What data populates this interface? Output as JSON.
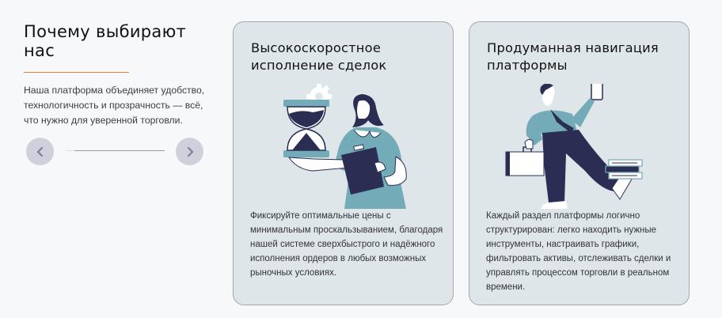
{
  "intro": {
    "title": "Почему выбирают нас",
    "description": "Наша платформа объединяет удобство, технологичность и прозрачность — всё, что нужно для уверенной торговли."
  },
  "carousel": {
    "prev_icon": "chevron-left-icon",
    "next_icon": "chevron-right-icon"
  },
  "colors": {
    "background": "#f7f8fa",
    "accent": "#e8823a",
    "card_background": "#dfe6e9",
    "card_border": "#a3a7ab",
    "nav_button": "#cfd0db",
    "illustration_teal": "#74abb8",
    "illustration_navy": "#2b2d52"
  },
  "cards": [
    {
      "title": "Высокоскоростное исполнение сделок",
      "illustration": "woman-with-hourglass-and-clipboard",
      "text": "Фиксируйте оптимальные цены с минимальным проскальзыванием, благодаря нашей системе сверхбыстрого и надёжного исполнения ордеров в любых возможных рыночных условиях."
    },
    {
      "title": "Продуманная навигация платформы",
      "illustration": "man-with-briefcase-phone-and-books",
      "text": "Каждый раздел платформы логично структурирован: легко находить нужные инструменты, настраивать графики, фильтровать активы, отслеживать сделки и управлять процессом торговли в реальном времени."
    }
  ]
}
